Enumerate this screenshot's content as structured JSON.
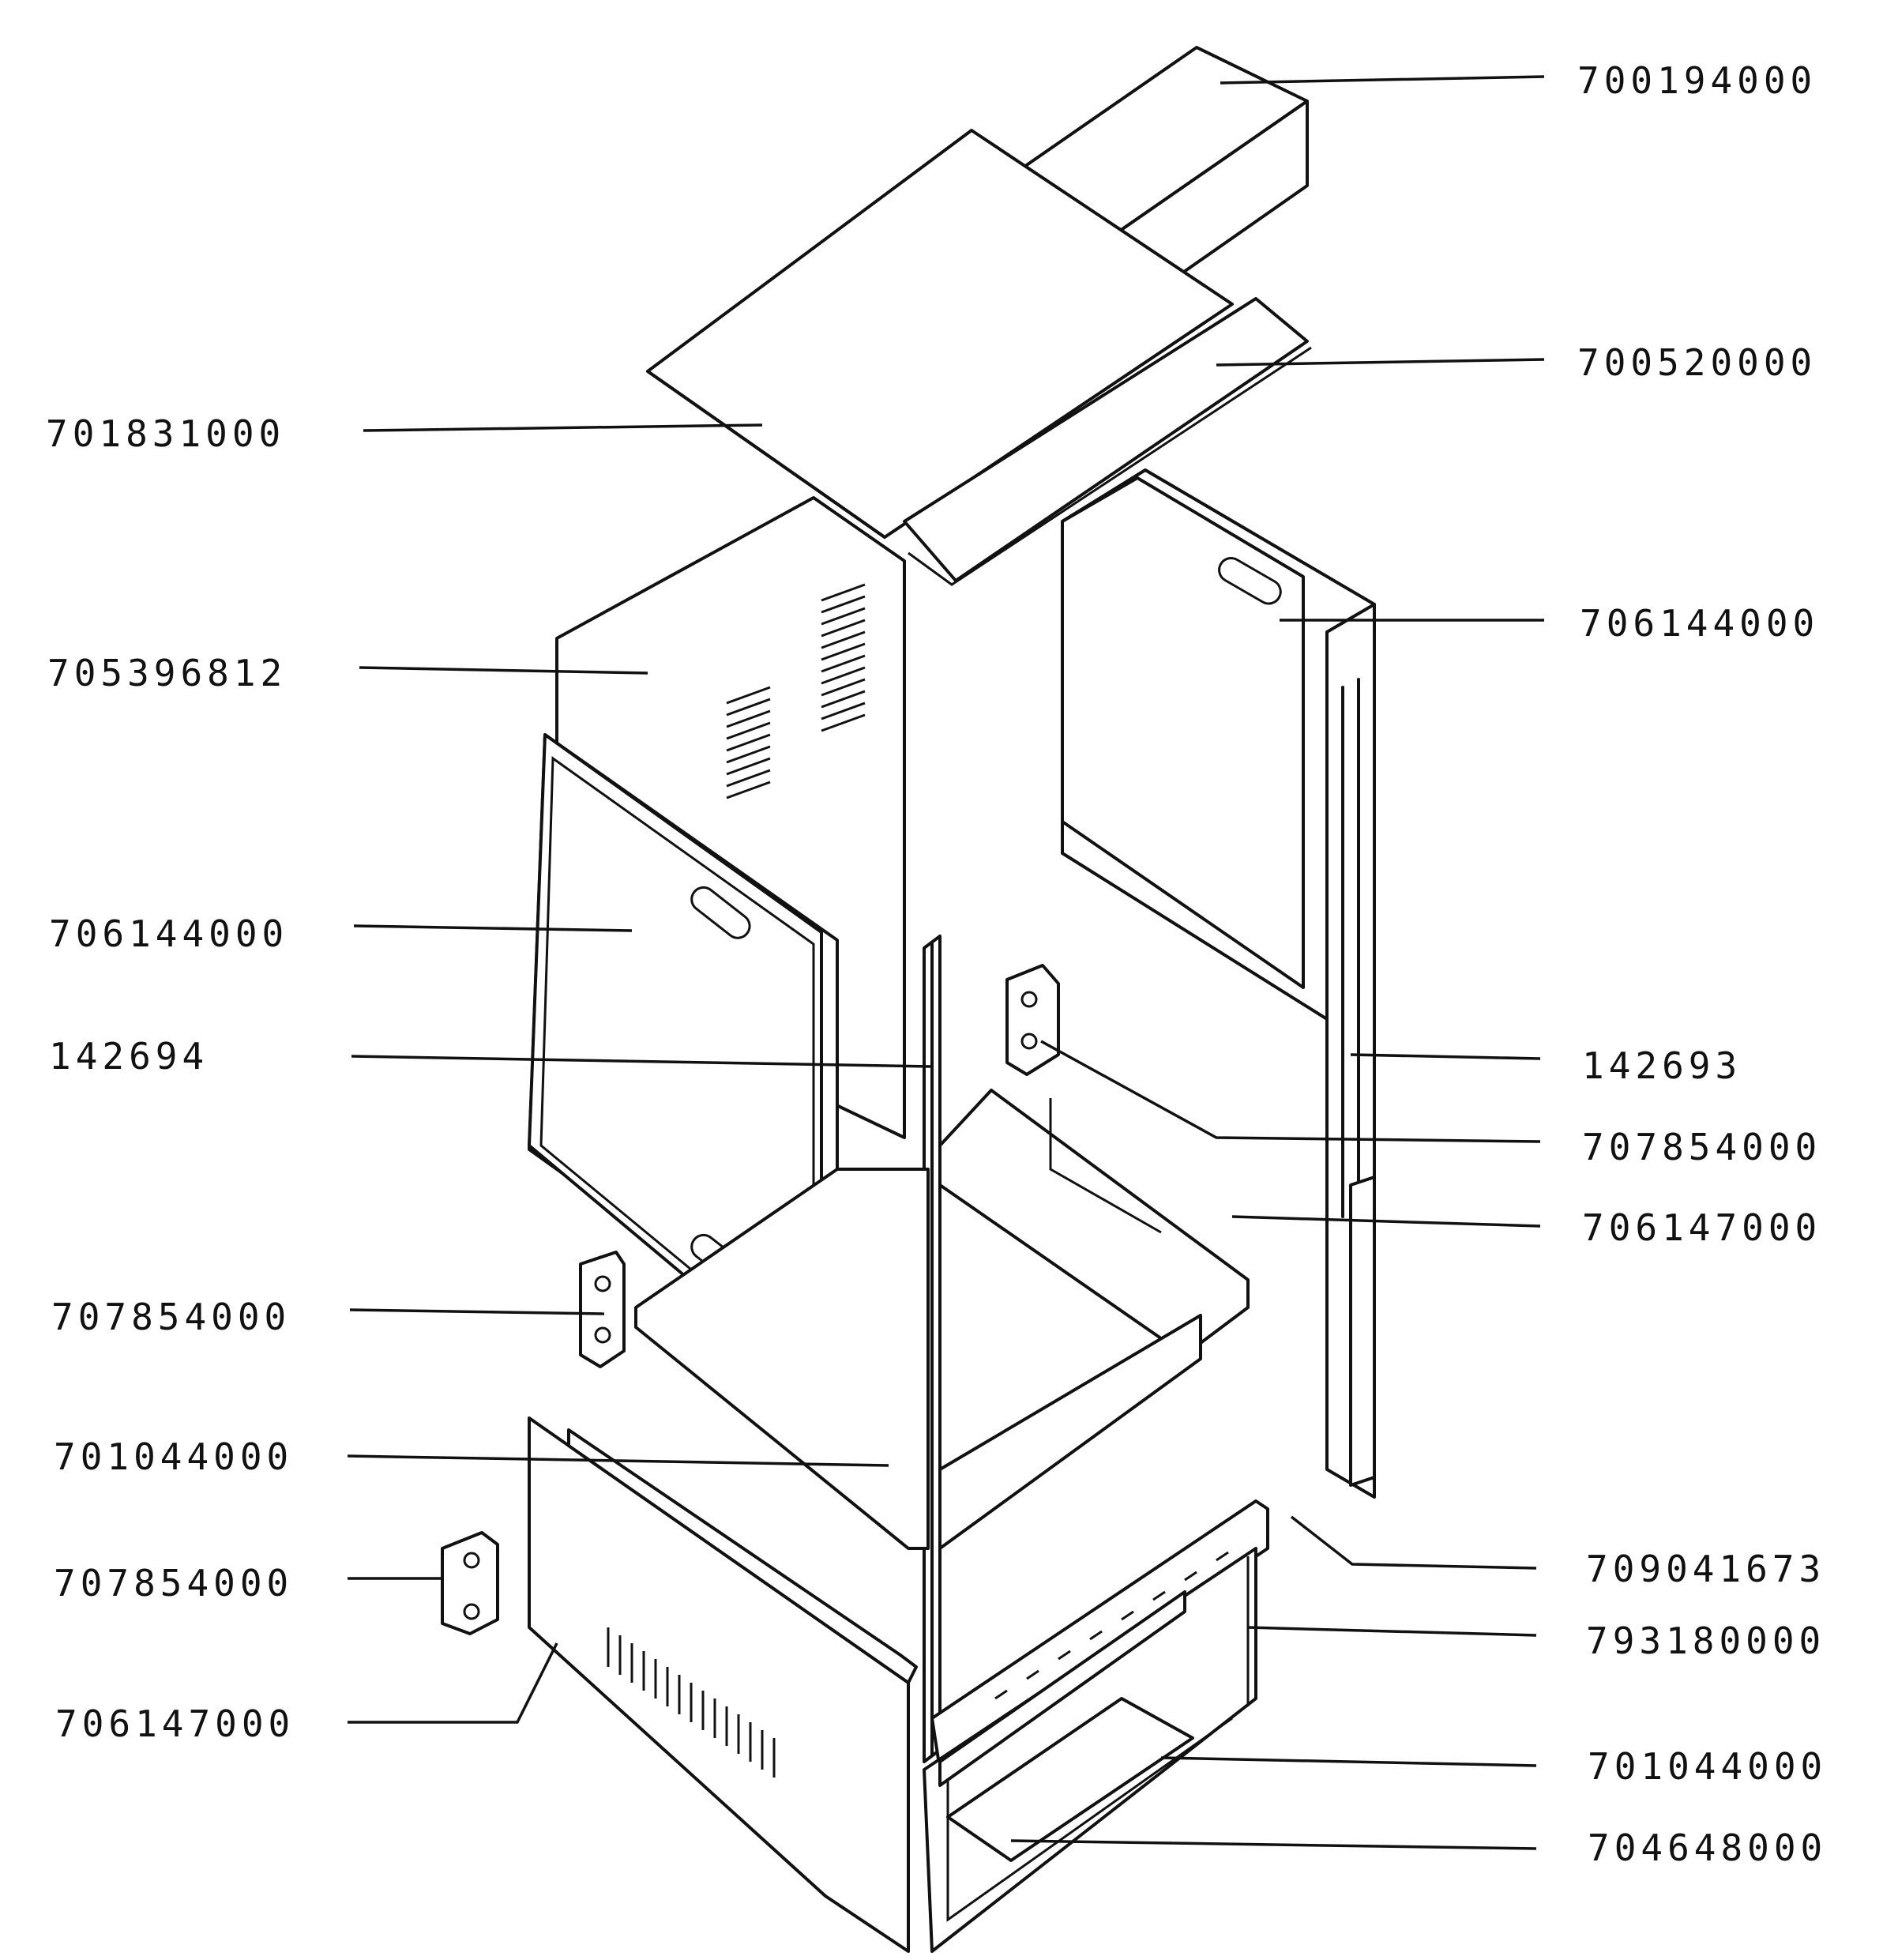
{
  "diagram": {
    "parts": {
      "top_cover": "700194000",
      "top_panel_right": "700520000",
      "top_panel_left": "701831000",
      "back_panel": "705396812",
      "right_side_panel": "706144000",
      "left_side_panel": "706144000",
      "left_strip": "142694",
      "right_strip": "142693",
      "upper_hinge_right": "707854000",
      "middle_shelf_right": "706147000",
      "hinge_left": "707854000",
      "middle_shelf": "701044000",
      "loose_hinge": "707854000",
      "lower_side_panel": "706147000",
      "front_frame": "709041673",
      "base_frame": "793180000",
      "bottom_shelf": "701044000",
      "bottom_tray": "704648000"
    }
  }
}
